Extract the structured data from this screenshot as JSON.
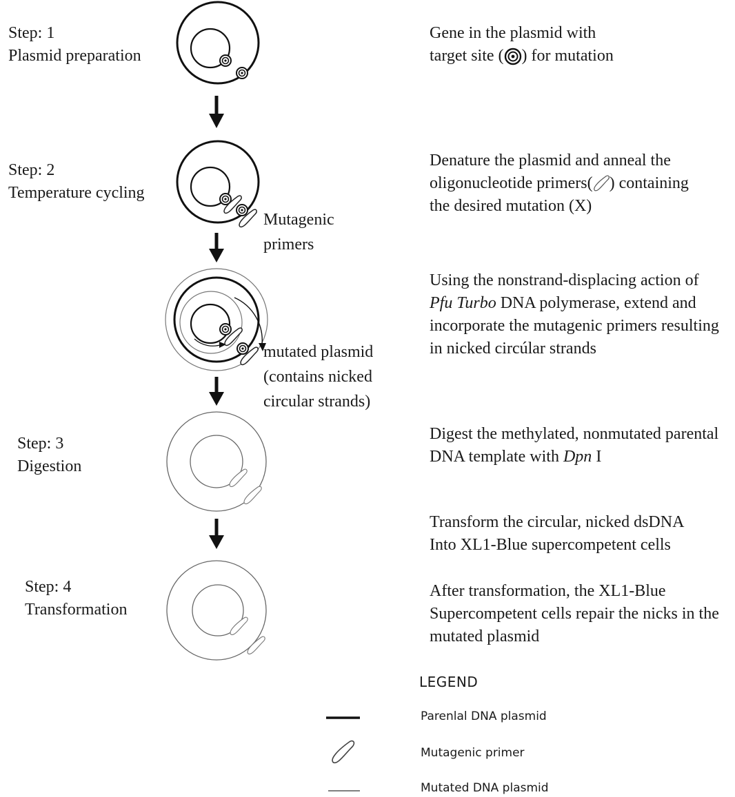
{
  "steps": [
    {
      "line1": "Step: 1",
      "line2": "Plasmid preparation"
    },
    {
      "line1": "Step: 2",
      "line2": "Temperature cycling"
    },
    {
      "line1": "Step: 3",
      "line2": "Digestion"
    },
    {
      "line1": "Step: 4",
      "line2": "Transformation"
    }
  ],
  "annotations": {
    "primers_1": "Mutagenic",
    "primers_2": "primers",
    "mutated_1": "mutated plasmid",
    "mutated_2": "(contains nicked",
    "mutated_3": "circular strands)"
  },
  "descriptions": {
    "d1_line1": "Gene in the plasmid with",
    "d1_pre": "target site (",
    "d1_post": ") for  mutation",
    "d2_line1": "Denature the plasmid and anneal the",
    "d2_pre": "oligonucleotide primers(",
    "d2_post": ") containing",
    "d2_line3": "the desired mutation (X)",
    "d3_line1": "Using the nonstrand-displacing action of",
    "d3_italic": "Pfu Turbo",
    "d3_rest": " DNA polymerase, extend and",
    "d3_line3": "incorporate the mutagenic primers resulting",
    "d3_line4": "in nicked circúlar strands",
    "d4_line1": "Digest the methylated, nonmutated parental",
    "d4_pre": "DNA template with ",
    "d4_italic": "Dpn",
    "d4_post": " I",
    "d5_line1": "Transform the circular, nicked dsDNA",
    "d5_line2": "Into XL1-Blue supercompetent cells",
    "d6_line1": "After transformation, the XL1-Blue",
    "d6_line2": "Supercompetent cells repair the nicks in the",
    "d6_line3": "mutated plasmid"
  },
  "legend": {
    "title": "LEGEND",
    "items": [
      {
        "label": "Parenlal DNA plasmid",
        "symbol": "thick-line"
      },
      {
        "label": "Mutagenic primer",
        "symbol": "primer-icon"
      },
      {
        "label": "Mutated DNA plasmid",
        "symbol": "thin-line"
      }
    ]
  }
}
